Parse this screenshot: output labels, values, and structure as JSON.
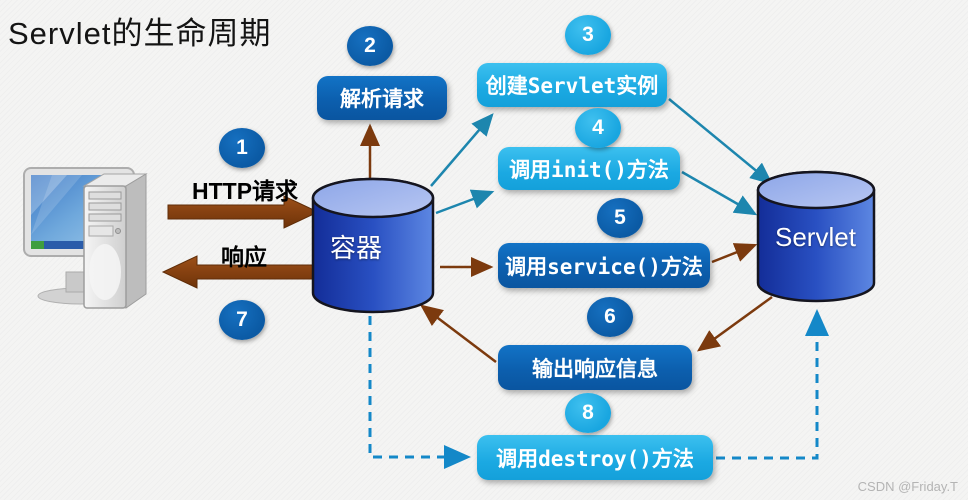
{
  "title": "Servlet的生命周期",
  "client_flow": {
    "badge_request": "1",
    "request_label": "HTTP请求",
    "response_label": "响应",
    "badge_response": "7"
  },
  "cylinders": {
    "container_label": "容器",
    "servlet_label": "Servlet"
  },
  "steps": [
    {
      "badge": "2",
      "label": "解析请求",
      "tone": "dark"
    },
    {
      "badge": "3",
      "label": "创建Servlet实例",
      "tone": "light"
    },
    {
      "badge": "4",
      "label": "调用init()方法",
      "tone": "light"
    },
    {
      "badge": "5",
      "label": "调用service()方法",
      "tone": "dark"
    },
    {
      "badge": "6",
      "label": "输出响应信息",
      "tone": "dark"
    },
    {
      "badge": "8",
      "label": "调用destroy()方法",
      "tone": "light"
    }
  ],
  "colors": {
    "dark_blue": "#0b5ea9",
    "light_blue": "#25b0e8",
    "brown_arrow": "#8a4210",
    "teal_arrow": "#1d86ae",
    "dashed_blue": "#1488c8",
    "cylinder_body": "#2950c2",
    "page_bg": "#f4f4f3"
  },
  "watermark": "CSDN @Friday.T"
}
